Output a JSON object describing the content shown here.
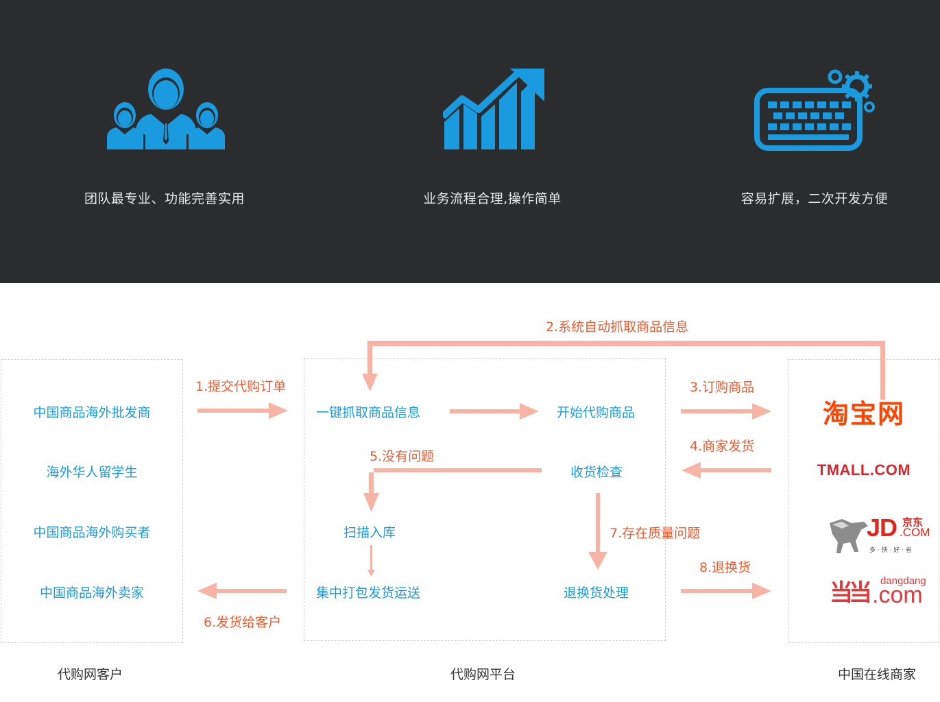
{
  "features": [
    {
      "icon": "team-icon",
      "caption": "团队最专业、功能完善实用"
    },
    {
      "icon": "growth-chart-icon",
      "caption": "业务流程合理,操作简单"
    },
    {
      "icon": "keyboard-gear-icon",
      "caption": "容易扩展，二次开发方便"
    }
  ],
  "customers": {
    "items": [
      "中国商品海外批发商",
      "海外华人留学生",
      "中国商品海外购买者",
      "中国商品海外卖家"
    ],
    "footer": "代购网客户"
  },
  "platform": {
    "nodes": {
      "grab": "一键抓取商品信息",
      "start": "开始代购商品",
      "inspect": "收货检查",
      "scan": "扫描入库",
      "pack": "集中打包发货运送",
      "return": "退换货处理"
    },
    "footer": "代购网平台"
  },
  "merchants": {
    "logos": {
      "taobao": "淘宝网",
      "tmall": "TMALL.COM",
      "jd_main": "JD",
      "jd_cn": "京东",
      "jd_com": ".COM",
      "jd_slogan": "多 · 快 · 好 · 省",
      "dangdang_cn": "当当",
      "dangdang_en": "dangdang",
      "dangdang_com": ".com"
    },
    "footer": "中国在线商家"
  },
  "steps": {
    "s1": "1.提交代购订单",
    "s2": "2.系统自动抓取商品信息",
    "s3": "3.订购商品",
    "s4": "4.商家发货",
    "s5": "5.没有问题",
    "s6": "6.发货给客户",
    "s7": "7.存在质量问题",
    "s8": "8.退换货"
  },
  "colors": {
    "hero_bg": "#2b2c2e",
    "icon_blue": "#1a9be0",
    "node_blue": "#1a9be0",
    "step_red": "#ef5b30",
    "arrow_pink": "#f7b3a4",
    "taobao": "#ff4400",
    "tmall": "#d2272e",
    "jd": "#e1251b",
    "dangdang": "#e4393c"
  }
}
